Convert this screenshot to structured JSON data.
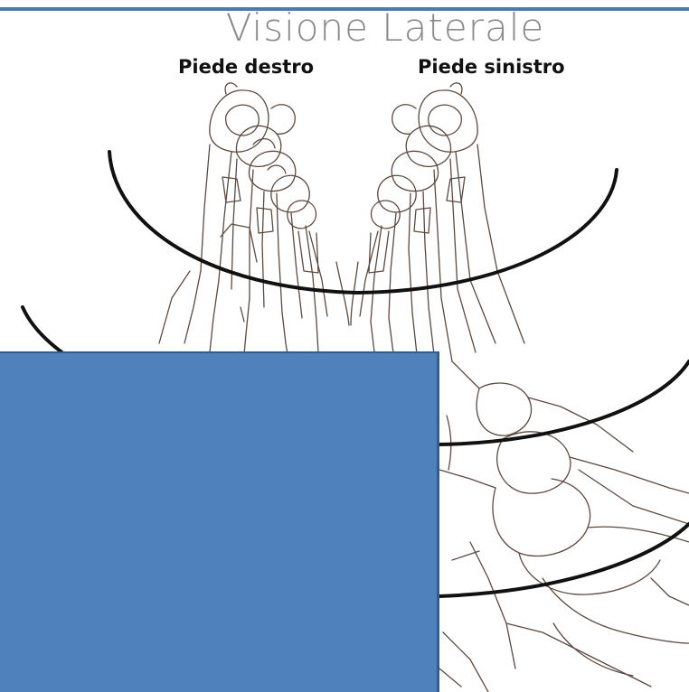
{
  "title": "Visione Laterale",
  "labels": {
    "right_foot": "Piede destro",
    "left_foot": "Piede sinistro"
  },
  "colors": {
    "title_text": "#8a8a8a",
    "top_rule": "#4a7ab8",
    "overlay_box": "#4f81bd",
    "arc_stroke": "#111111",
    "bone_outline": "#5a4a40"
  }
}
